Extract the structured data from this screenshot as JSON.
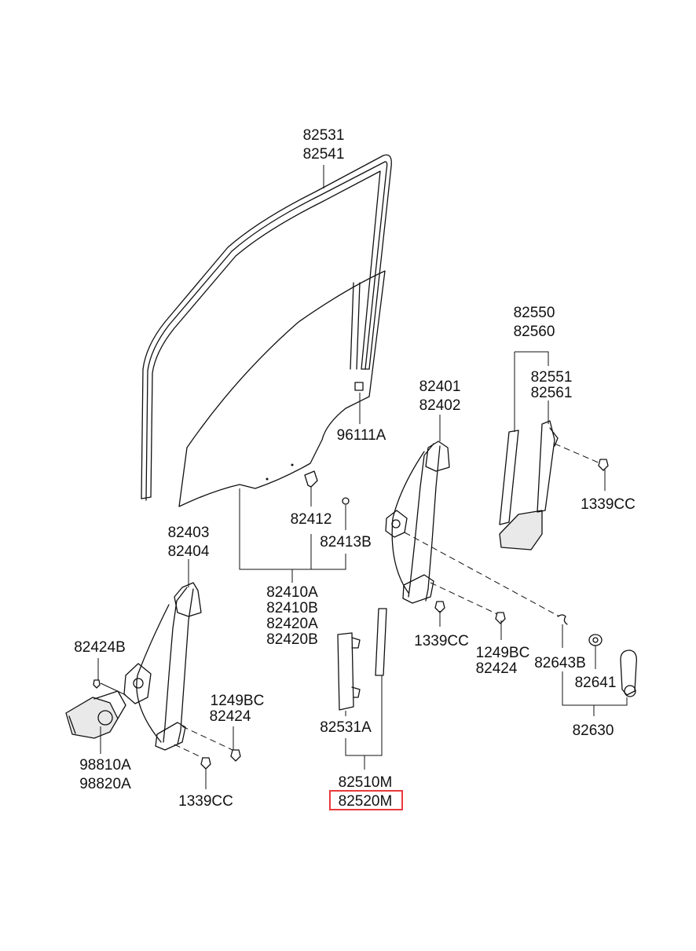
{
  "highlight_color": "#e83a3a",
  "labels": {
    "l82531": "82531",
    "l82541": "82541",
    "l82550": "82550",
    "l82560": "82560",
    "l82551": "82551",
    "l82561": "82561",
    "l82401": "82401",
    "l82402": "82402",
    "l96111A": "96111A",
    "l1339CC_a": "1339CC",
    "l82412": "82412",
    "l82413B": "82413B",
    "l82403": "82403",
    "l82404": "82404",
    "l82410A": "82410A",
    "l82410B": "82410B",
    "l82420A": "82420A",
    "l82420B": "82420B",
    "l82424B": "82424B",
    "l1339CC_b": "1339CC",
    "l1249BC_a": "1249BC",
    "l82424_a": "82424",
    "l82643B": "82643B",
    "l82641": "82641",
    "l1249BC_b": "1249BC",
    "l82424_b": "82424",
    "l98810A": "98810A",
    "l98820A": "98820A",
    "l82531A": "82531A",
    "l82630": "82630",
    "l1339CC_c": "1339CC",
    "l82510M": "82510M",
    "l82520M": "82520M"
  }
}
